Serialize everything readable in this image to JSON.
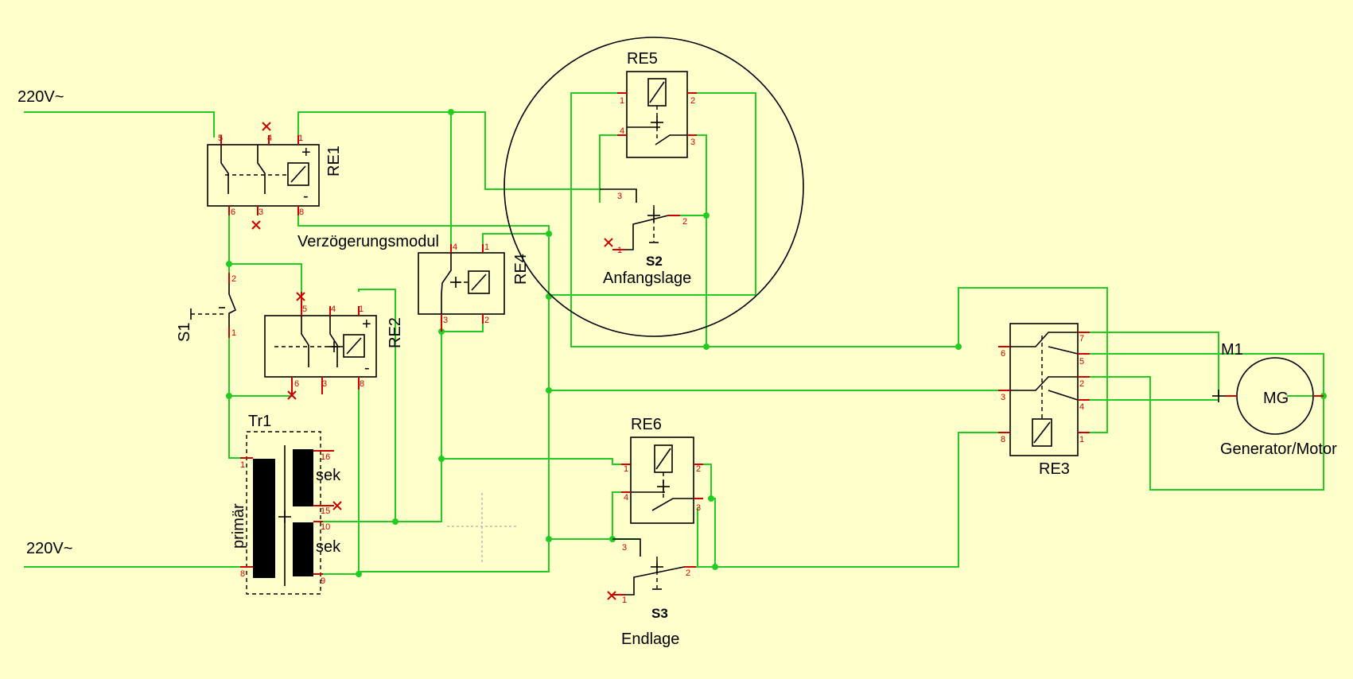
{
  "colors": {
    "background": "#ffffcc",
    "wire": "#22cc22",
    "pin": "#cc0000",
    "line": "#000000"
  },
  "supply": {
    "top": "220V~",
    "bottom": "220V~"
  },
  "components": {
    "re1": {
      "name": "RE1",
      "plus": "+",
      "minus": "-",
      "pins": [
        "5",
        "4",
        "1",
        "6",
        "3",
        "8"
      ]
    },
    "re2": {
      "name": "RE2",
      "plus": "+",
      "minus": "-",
      "pins": [
        "5",
        "4",
        "1",
        "6",
        "3",
        "8"
      ]
    },
    "re3": {
      "name": "RE3",
      "pins": [
        "6",
        "7",
        "5",
        "3",
        "2",
        "4",
        "8",
        "1"
      ]
    },
    "re4": {
      "name": "RE4",
      "caption": "Verzögerungsmodul",
      "pins": [
        "4",
        "1",
        "3",
        "2"
      ]
    },
    "re5": {
      "name": "RE5",
      "pins": [
        "1",
        "2",
        "4",
        "3"
      ]
    },
    "re6": {
      "name": "RE6",
      "pins": [
        "1",
        "2",
        "4",
        "3"
      ]
    },
    "s1": {
      "name": "S1",
      "pins": [
        "2",
        "1"
      ]
    },
    "s2": {
      "name": "S2",
      "caption": "Anfangslage",
      "pins": [
        "3",
        "1",
        "2"
      ]
    },
    "s3": {
      "name": "S3",
      "caption": "Endlage",
      "pins": [
        "3",
        "1",
        "2"
      ]
    },
    "tr1": {
      "name": "Tr1",
      "primary": "primär",
      "secondary_top": "sek",
      "secondary_bottom": "sek",
      "pins": [
        "1",
        "8",
        "16",
        "15",
        "10",
        "9"
      ]
    },
    "m1": {
      "name": "M1",
      "symbol": "MG",
      "caption": "Generator/Motor"
    }
  }
}
